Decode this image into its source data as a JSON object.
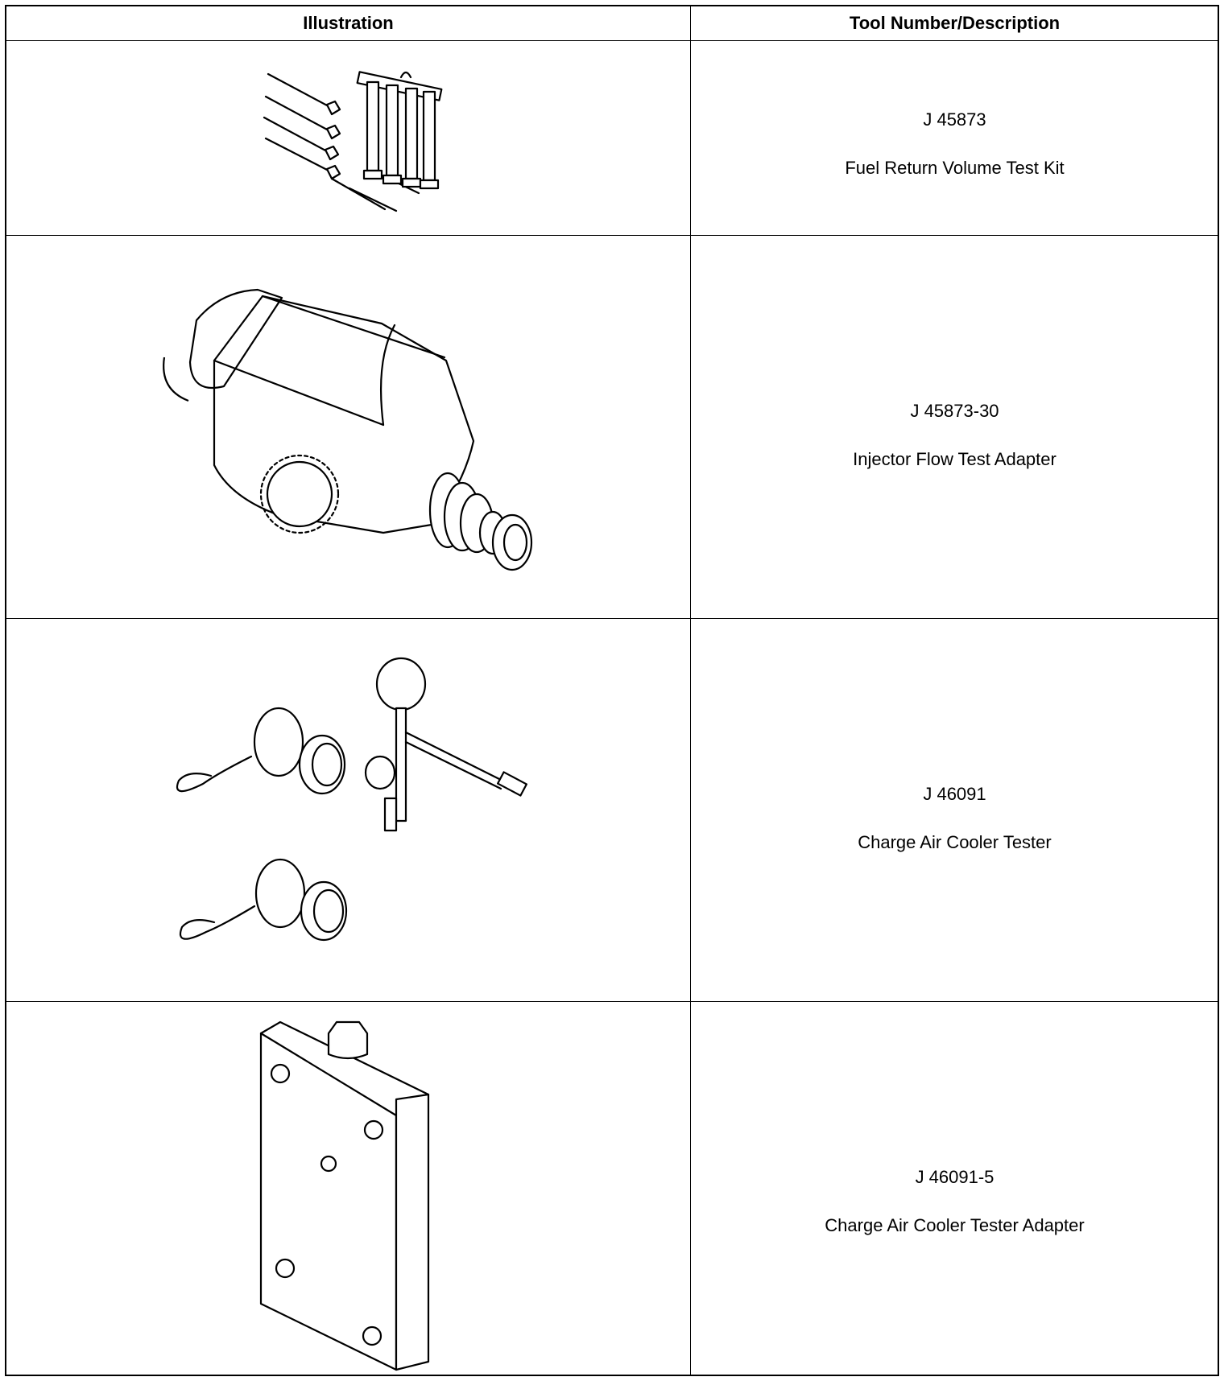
{
  "table": {
    "headers": {
      "illustration": "Illustration",
      "tool": "Tool Number/Description"
    },
    "rows": [
      {
        "tool_number": "J 45873",
        "description": "Fuel Return Volume Test Kit",
        "icon": "fuel-return-volume-test-kit-icon"
      },
      {
        "tool_number": "J 45873-30",
        "description": "Injector Flow Test Adapter",
        "icon": "injector-flow-test-adapter-icon"
      },
      {
        "tool_number": "J 46091",
        "description": "Charge Air Cooler Tester",
        "icon": "charge-air-cooler-tester-icon"
      },
      {
        "tool_number": "J 46091-5",
        "description": "Charge Air Cooler Tester Adapter",
        "icon": "charge-air-cooler-tester-adapter-icon"
      }
    ]
  }
}
